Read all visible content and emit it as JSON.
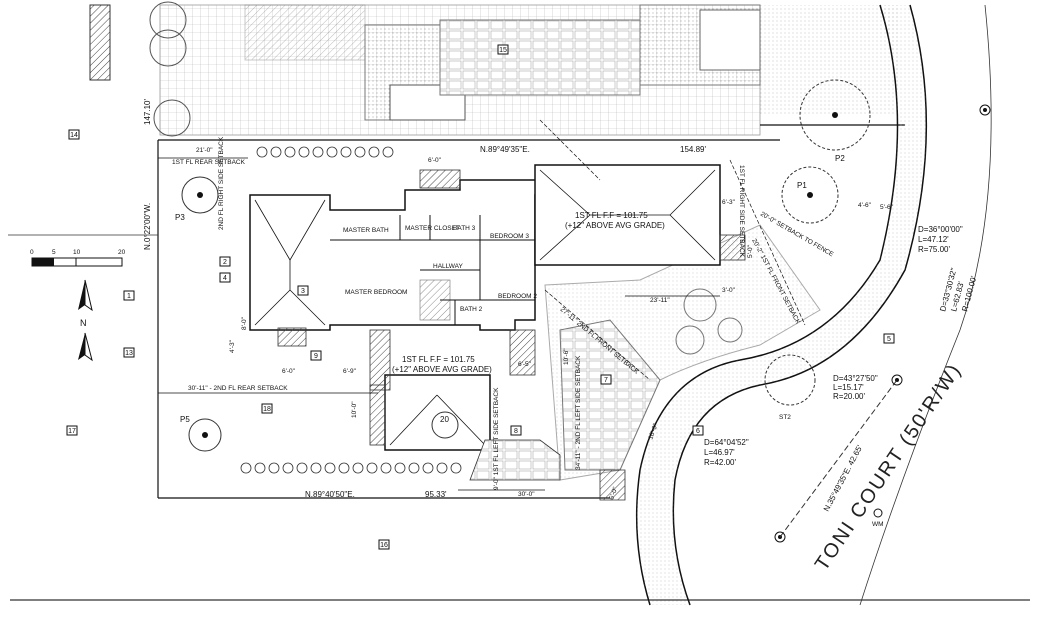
{
  "scale_bar": {
    "ticks": [
      "0",
      "5",
      "10",
      "20"
    ]
  },
  "north_arrow": {
    "label": "N"
  },
  "street": {
    "name": "TONI COURT (50'R/W)"
  },
  "dimensions": {
    "left_vertical_top": "147.10'",
    "left_vertical_main": "N.0°22'00\"W.",
    "top_line_bearing": "N.89°49'35\"E.",
    "top_line_length": "154.89'",
    "bottom_bearing": "N.89°40'50\"E.",
    "bottom_length": "95.33'",
    "right_bearing": "N.35°49'35\"E. 42.65'",
    "rear_setback_1st": "21'-0\"",
    "rear_setback_1st_label": "1ST FL REAR SETBACK",
    "rear_setback_2nd": "30'-11\" - 2ND FL REAR SETBACK",
    "front_setback_2nd": "27'-11\" 2ND FL FRONT SETBACK",
    "front_setback_1st": "20'-2\" 1ST FL FRONT SETBACK",
    "right_side_setback_1st": "1ST FL RIGHT SIDE SETBACK",
    "right_side_setback_2nd": "2ND FL RIGHT SIDE SETBACK",
    "left_side_setback_2nd": "34'-11\" - 2ND FL LEFT SIDE SETBACK",
    "left_side_setback_1st": "9'-0\" 1ST FL LEFT SIDE SETBACK",
    "fence_setback": "20'-0\" SETBACK TO FENCE",
    "d_23_11": "23'-11\"",
    "d_6_0_a": "6'-0\"",
    "d_6_0_b": "6'-0\"",
    "d_6_9": "6'-9\"",
    "d_4_3": "4'-3\"",
    "d_8_0": "8'-0\"",
    "d_10_0": "10'-0\"",
    "d_10_6": "10'-6\"",
    "d_6_5": "6'-5\"",
    "d_30_0": "30'-0\"",
    "d_6_3": "6'-3\"",
    "d_3_0": "3'-0\"",
    "d_5_0": "5'-0\"",
    "d_4_6": "4'-6\"",
    "d_5_6": "5'-6\"",
    "d_16_0": "16'-0\"",
    "d_5_0b": "5'-0\""
  },
  "floor_elevations": {
    "ff_right": "1ST FL F.F = 101.75",
    "ff_right_note": "(+12\" ABOVE AVG GRADE)",
    "ff_center": "1ST FL F.F = 101.75",
    "ff_center_note": "(+12\" ABOVE AVG GRADE)"
  },
  "rooms": [
    "MASTER BATH",
    "MASTER CLOSET",
    "BATH 3",
    "BEDROOM 3",
    "HALLWAY",
    "MASTER BEDROOM",
    "BEDROOM 2",
    "BATH 2"
  ],
  "curves": [
    {
      "d": "D=36°00'00\"",
      "l": "L=47.12'",
      "r": "R=75.00'"
    },
    {
      "d": "D=33°30'32\"",
      "l": "L=62.83'",
      "r": "R=100.00'"
    },
    {
      "d": "D=43°27'50\"",
      "l": "L=15.17'",
      "r": "R=20.00'"
    },
    {
      "d": "D=64°04'52\"",
      "l": "L=46.97'",
      "r": "R=42.00'"
    }
  ],
  "trees": [
    "P1",
    "P2",
    "P3",
    "P5",
    "20",
    "ST2"
  ],
  "utility": {
    "wm": "WM"
  },
  "keynote_tags": [
    "1",
    "2",
    "3",
    "4",
    "5",
    "6",
    "7",
    "8",
    "9",
    "13",
    "14",
    "15",
    "16",
    "17",
    "18"
  ],
  "colors": {
    "line": "#111111",
    "hatch": "#555555",
    "paving": "#9a9a9a",
    "lot": "#ffffff"
  }
}
